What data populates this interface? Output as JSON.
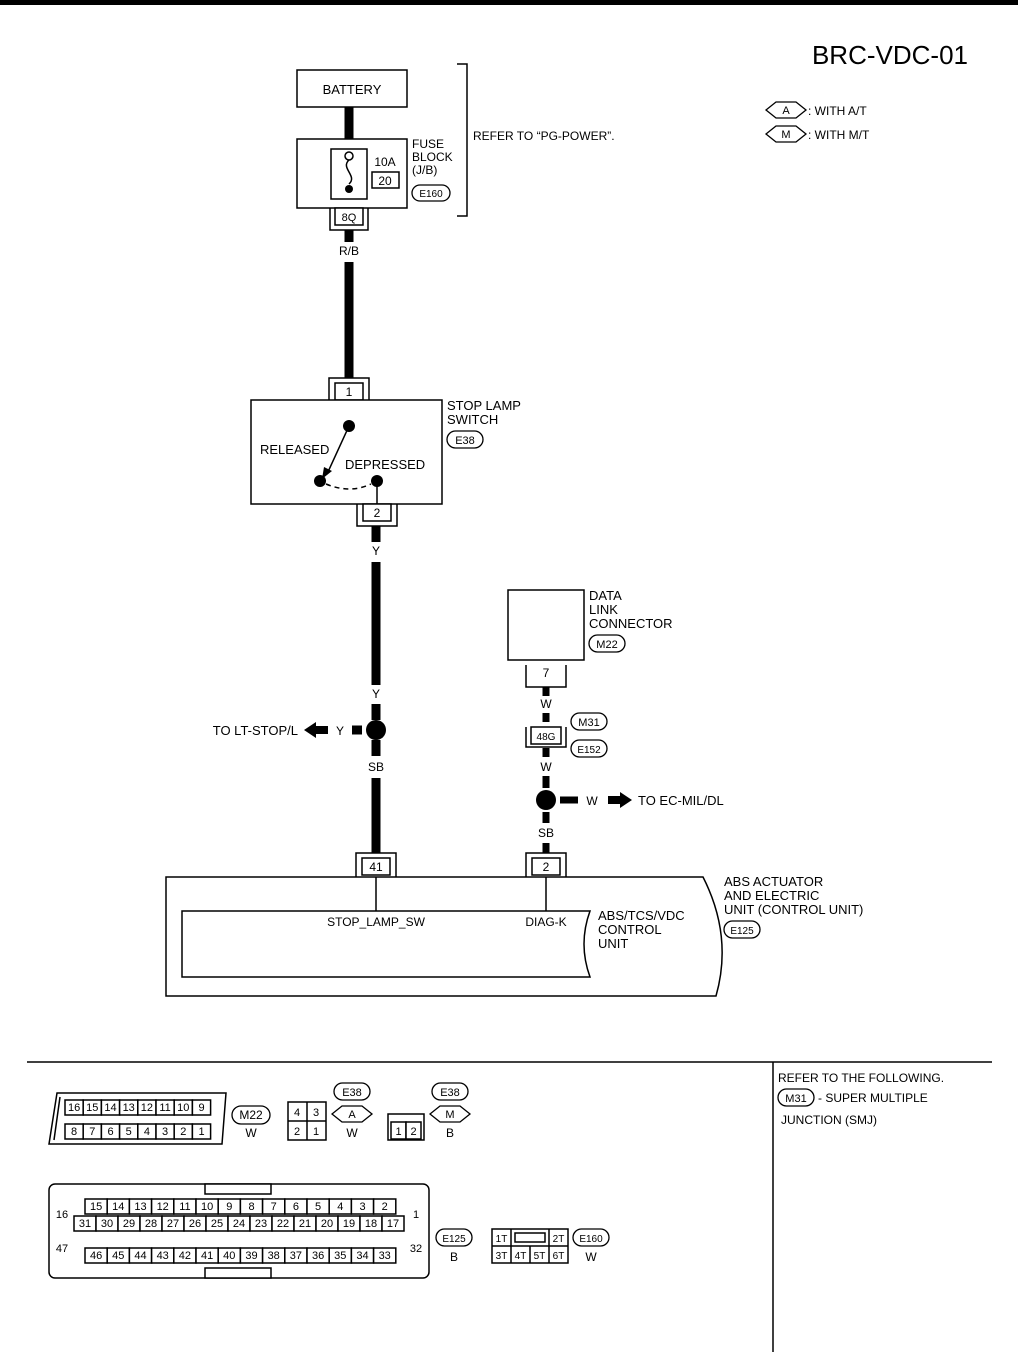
{
  "header": {
    "diagram_id": "BRC-VDC-01"
  },
  "legend": [
    {
      "code": "A",
      "text": ": WITH A/T"
    },
    {
      "code": "M",
      "text": ": WITH M/T"
    }
  ],
  "battery": {
    "label": "BATTERY"
  },
  "fuse_block": {
    "label_lines": [
      "FUSE",
      "BLOCK",
      "(J/B)"
    ],
    "amperage": "10A",
    "fuse_no": "20",
    "connector": "E160",
    "terminal": "8Q",
    "refer_note": "REFER TO “PG-POWER”."
  },
  "wires": {
    "battery_to_switch": "R/B",
    "switch_out": "Y",
    "above_splice": "Y",
    "branch_left": "Y",
    "below_splice": "SB",
    "dlc_out": "W",
    "below_joint": "W",
    "branch_right": "W",
    "to_abs_diag": "SB"
  },
  "stop_lamp_switch": {
    "label_lines": [
      "STOP LAMP",
      "SWITCH"
    ],
    "connector": "E38",
    "terminal_in": "1",
    "terminal_out": "2",
    "state_released": "RELEASED",
    "state_depressed": "DEPRESSED"
  },
  "data_link_connector": {
    "label_lines": [
      "DATA",
      "LINK",
      "CONNECTOR"
    ],
    "connector": "M22",
    "terminal": "7"
  },
  "joint": {
    "terminal": "48G",
    "connector_top": "M31",
    "connector_bottom": "E152"
  },
  "branches": {
    "left": "TO LT-STOP/L",
    "right": "TO EC-MIL/DL"
  },
  "abs_unit": {
    "label_lines": [
      "ABS ACTUATOR",
      "AND ELECTRIC",
      "UNIT (CONTROL UNIT)"
    ],
    "connector": "E125",
    "inner_label_lines": [
      "ABS/TCS/VDC",
      "CONTROL",
      "UNIT"
    ],
    "pin_stop": "41",
    "pin_diag": "2",
    "signal_stop": "STOP_LAMP_SW",
    "signal_diag": "DIAG-K"
  },
  "connector_views": {
    "m22": {
      "top_row": [
        "16",
        "15",
        "14",
        "13",
        "12",
        "11",
        "10",
        "9"
      ],
      "bottom_row": [
        "8",
        "7",
        "6",
        "5",
        "4",
        "3",
        "2",
        "1"
      ],
      "code": "M22",
      "color": "W"
    },
    "e38_at": {
      "top_row": [
        "4",
        "3"
      ],
      "bottom_row": [
        "2",
        "1"
      ],
      "code": "E38",
      "variant": "A",
      "color": "W"
    },
    "e38_mt": {
      "row": [
        "1",
        "2"
      ],
      "code": "E38",
      "variant": "M",
      "color": "B"
    },
    "e125": {
      "left_top": "16",
      "left_bottom": "47",
      "right_top": "1",
      "right_bottom": "32",
      "row1": [
        "15",
        "14",
        "13",
        "12",
        "11",
        "10",
        "9",
        "8",
        "7",
        "6",
        "5",
        "4",
        "3",
        "2"
      ],
      "row2": [
        "31",
        "30",
        "29",
        "28",
        "27",
        "26",
        "25",
        "24",
        "23",
        "22",
        "21",
        "20",
        "19",
        "18",
        "17"
      ],
      "row3": [
        "46",
        "45",
        "44",
        "43",
        "42",
        "41",
        "40",
        "39",
        "38",
        "37",
        "36",
        "35",
        "34",
        "33"
      ],
      "code": "E125",
      "color": "B"
    },
    "e160": {
      "top_row": [
        "1T",
        "2T"
      ],
      "bottom_row": [
        "3T",
        "4T",
        "5T",
        "6T"
      ],
      "code": "E160",
      "color": "W"
    }
  },
  "refer_panel": {
    "title": "REFER TO THE FOLLOWING.",
    "item_code": "M31",
    "item_text_1": " - SUPER MULTIPLE",
    "item_text_2": "JUNCTION (SMJ)"
  }
}
